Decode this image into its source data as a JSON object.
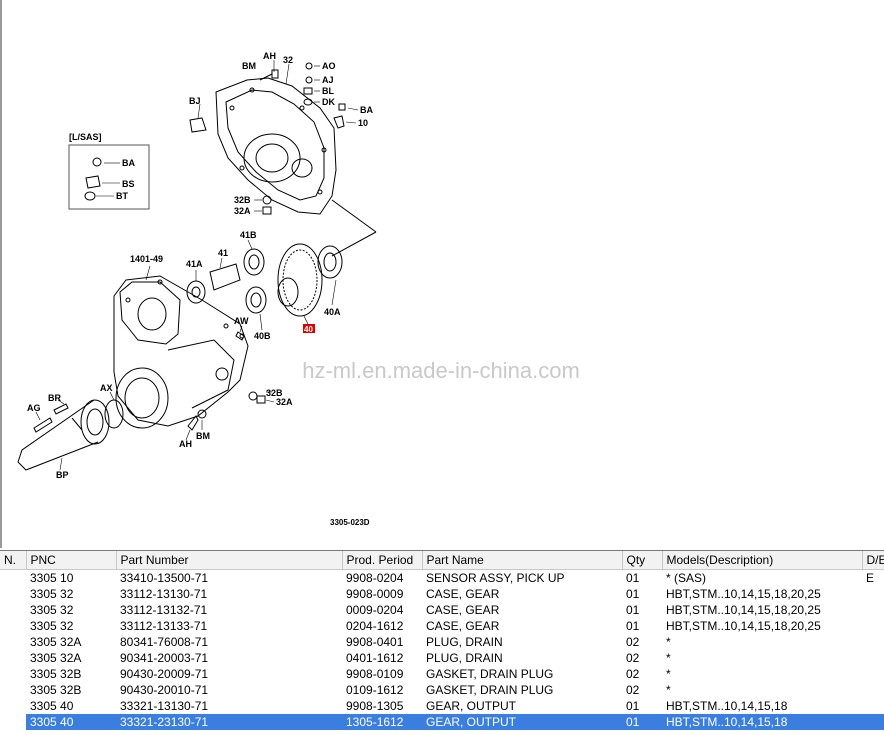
{
  "diagram": {
    "code": "3305-023D",
    "watermark": "hz-ml.en.made-in-china.com",
    "inset_title": "[L/SAS]",
    "labels": {
      "AH": "AH",
      "BM": "BM",
      "n32": "32",
      "AO": "AO",
      "AJ": "AJ",
      "BL": "BL",
      "DK": "DK",
      "BA": "BA",
      "n10": "10",
      "BJ": "BJ",
      "BS": "BS",
      "BT": "BT",
      "n32B": "32B",
      "n32A": "32A",
      "n41B": "41B",
      "n41": "41",
      "n41A": "41A",
      "n1401": "1401-49",
      "n40A": "40A",
      "n40B": "40B",
      "AW": "AW",
      "n40": "40",
      "AX": "AX",
      "BR": "BR",
      "AG": "AG",
      "BP": "BP"
    }
  },
  "table": {
    "columns": [
      "N.",
      "PNC",
      "Part Number",
      "Prod. Period",
      "Part Name",
      "Qty",
      "Models(Description)",
      "D/E"
    ],
    "rows": [
      {
        "pnc": "3305 10",
        "part_number": "33410-13500-71",
        "period": "9908-0204",
        "name": "SENSOR ASSY, PICK UP",
        "qty": "01",
        "models": "* (SAS)",
        "de": "E"
      },
      {
        "pnc": "3305 32",
        "part_number": "33112-13130-71",
        "period": "9908-0009",
        "name": "CASE, GEAR",
        "qty": "01",
        "models": "HBT,STM..10,14,15,18,20,25",
        "de": ""
      },
      {
        "pnc": "3305 32",
        "part_number": "33112-13132-71",
        "period": "0009-0204",
        "name": "CASE, GEAR",
        "qty": "01",
        "models": "HBT,STM..10,14,15,18,20,25",
        "de": ""
      },
      {
        "pnc": "3305 32",
        "part_number": "33112-13133-71",
        "period": "0204-1612",
        "name": "CASE, GEAR",
        "qty": "01",
        "models": "HBT,STM..10,14,15,18,20,25",
        "de": ""
      },
      {
        "pnc": "3305 32A",
        "part_number": "80341-76008-71",
        "period": "9908-0401",
        "name": "PLUG, DRAIN",
        "qty": "02",
        "models": "*",
        "de": ""
      },
      {
        "pnc": "3305 32A",
        "part_number": "90341-20003-71",
        "period": "0401-1612",
        "name": "PLUG, DRAIN",
        "qty": "02",
        "models": "*",
        "de": ""
      },
      {
        "pnc": "3305 32B",
        "part_number": "90430-20009-71",
        "period": "9908-0109",
        "name": "GASKET, DRAIN PLUG",
        "qty": "02",
        "models": "*",
        "de": ""
      },
      {
        "pnc": "3305 32B",
        "part_number": "90430-20010-71",
        "period": "0109-1612",
        "name": "GASKET, DRAIN PLUG",
        "qty": "02",
        "models": "*",
        "de": ""
      },
      {
        "pnc": "3305 40",
        "part_number": "33321-13130-71",
        "period": "9908-1305",
        "name": "GEAR, OUTPUT",
        "qty": "01",
        "models": "HBT,STM..10,14,15,18",
        "de": ""
      },
      {
        "pnc": "3305 40",
        "part_number": "33321-23130-71",
        "period": "1305-1612",
        "name": "GEAR, OUTPUT",
        "qty": "01",
        "models": "HBT,STM..10,14,15,18",
        "de": ""
      }
    ],
    "selected_index": 9
  }
}
